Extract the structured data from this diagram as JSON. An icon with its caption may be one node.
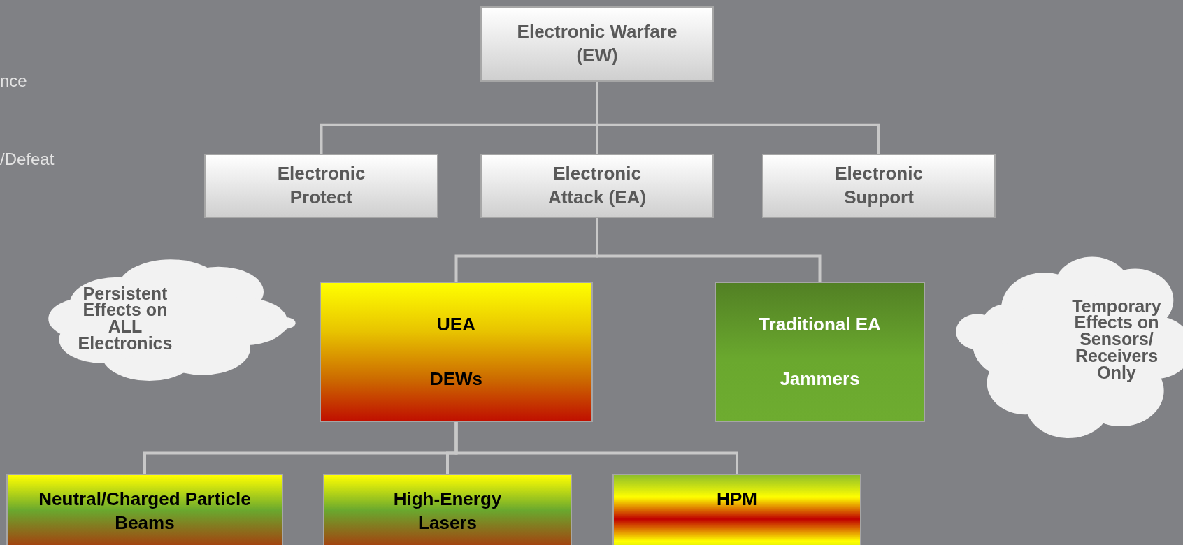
{
  "diagram": {
    "nodes": [
      {
        "text": [
          "Electronic Warfare (EW)"
        ]
      },
      {
        "text": [
          "Electronic Protect"
        ]
      },
      {
        "text": [
          "Electronic Attack (EA)"
        ]
      },
      {
        "text": [
          "Electronic Support"
        ]
      },
      {
        "text": [
          "Persistent Effects on ALL Electronics"
        ]
      },
      {
        "text": [
          "UEA",
          "DEWs"
        ]
      },
      {
        "text": [
          "Traditional EA",
          "Jammers"
        ]
      },
      {
        "text": [
          "Temporary Effects on Sensors/ Receivers Only"
        ]
      },
      {
        "text": [
          "Neutral/Charged Particle Beams"
        ]
      },
      {
        "text": [
          "High-Energy Lasers"
        ]
      },
      {
        "text": [
          "HPM"
        ]
      }
    ],
    "edges": [
      {
        "from": 0,
        "to": 1,
        "arrow": "none"
      },
      {
        "from": 0,
        "to": 2,
        "arrow": "none"
      },
      {
        "from": 0,
        "to": 3,
        "arrow": "none"
      },
      {
        "from": 2,
        "to": 5,
        "arrow": "none"
      },
      {
        "from": 2,
        "to": 6,
        "arrow": "none"
      },
      {
        "from": 5,
        "to": 8,
        "arrow": "none"
      },
      {
        "from": 5,
        "to": 9,
        "arrow": "none"
      },
      {
        "from": 5,
        "to": 10,
        "arrow": "none"
      }
    ],
    "labels": [
      "nce",
      "/Defeat"
    ]
  }
}
